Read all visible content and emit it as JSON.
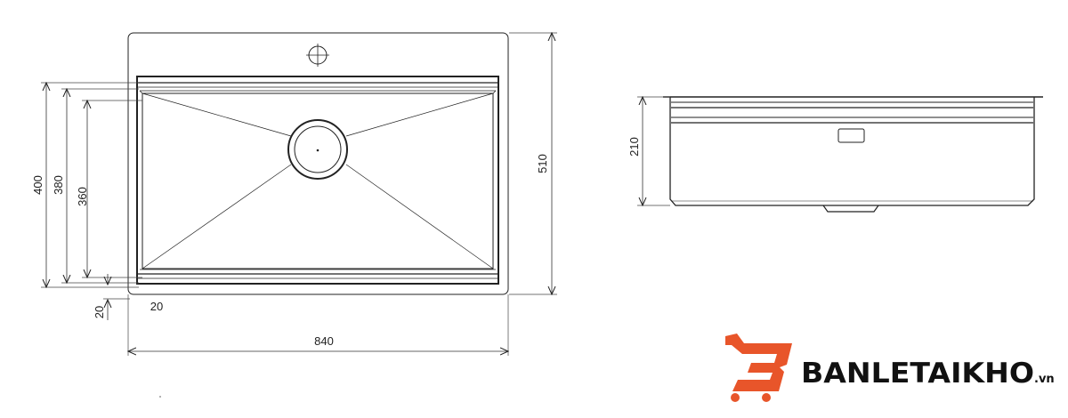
{
  "drawing": {
    "top_view": {
      "dimensions": {
        "overall_width": "840",
        "overall_depth": "510",
        "rim_depth_outer": "400",
        "rim_depth_middle": "380",
        "basin_depth": "360",
        "rim_offset_vertical": "20",
        "rim_offset_horizontal": "20"
      }
    },
    "side_view": {
      "dimensions": {
        "height": "210"
      }
    }
  },
  "logo": {
    "text": "BANLETAIKHO",
    "suffix": ".vn",
    "colors": {
      "accent": "#e8552a",
      "text": "#111111"
    }
  }
}
